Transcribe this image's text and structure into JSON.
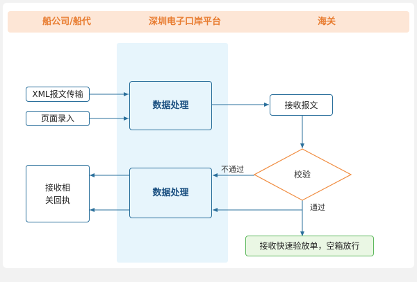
{
  "header": {
    "col1": "船公司/船代",
    "col2": "深圳电子口岸平台",
    "col3": "海关"
  },
  "inputs": {
    "xml": "XML报文传输",
    "page": "页面录入"
  },
  "process_top": "数据处理",
  "process_bottom": "数据处理",
  "receive_message": "接收报文",
  "check": "校验",
  "receipt": {
    "line1": "接收相",
    "line2": "关回执"
  },
  "final": "接收快速验放单，空箱放行",
  "edge_labels": {
    "fail": "不通过",
    "pass": "通过"
  },
  "colors": {
    "header_bg": "#fde6d6",
    "header_text": "#e87c30",
    "lane_bg": "#e7f5fc",
    "box_border": "#2a6f9b",
    "arrow": "#2a6f9b",
    "diamond_border": "#f08a3c",
    "final_border": "#5cb85c"
  }
}
